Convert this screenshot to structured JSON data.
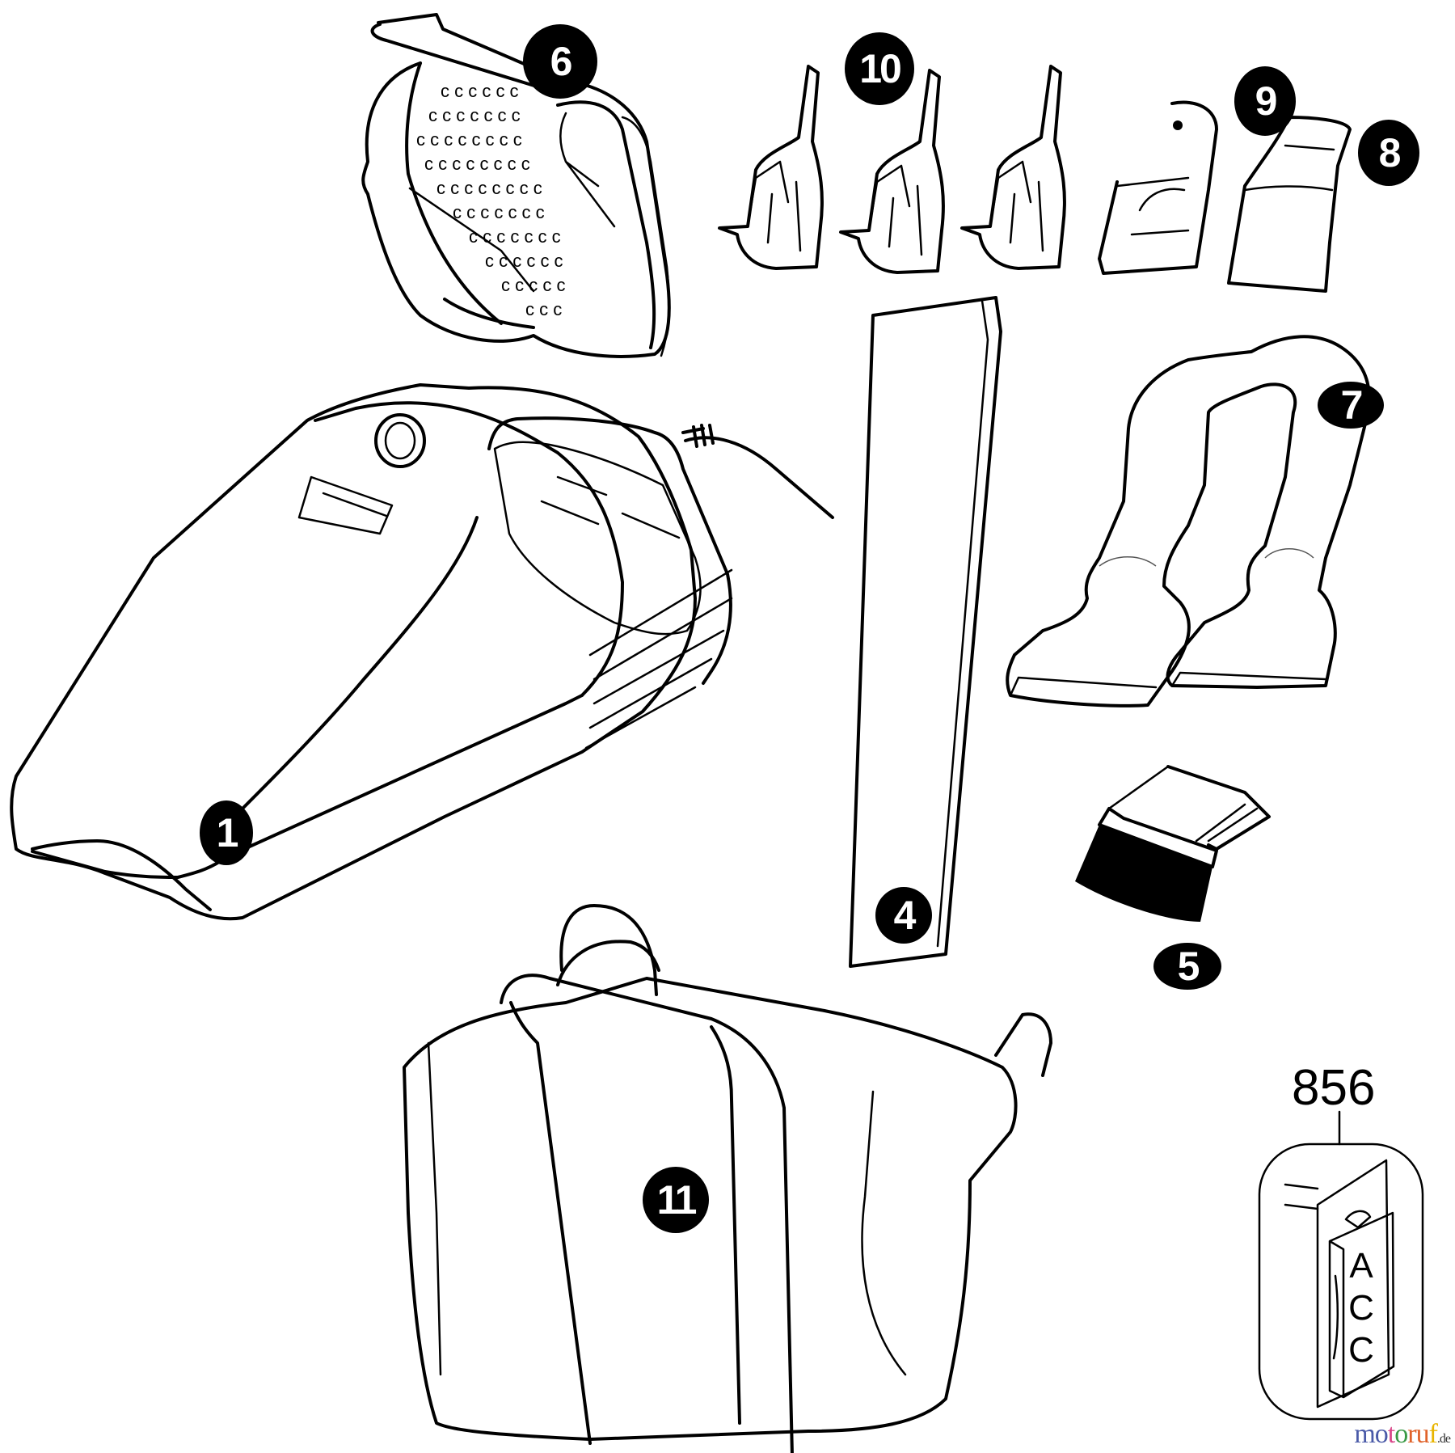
{
  "diagram": {
    "type": "exploded-parts-diagram",
    "subject": "handheld vacuum cleaner with accessories",
    "line_color": "#000000",
    "background": "#ffffff"
  },
  "callouts": [
    {
      "id": "1",
      "label": "1",
      "part": "vacuum-body"
    },
    {
      "id": "4",
      "label": "4",
      "part": "crevice-tool"
    },
    {
      "id": "5",
      "label": "5",
      "part": "brush-tool"
    },
    {
      "id": "6",
      "label": "6",
      "part": "filter"
    },
    {
      "id": "7",
      "label": "7",
      "part": "extension-hose"
    },
    {
      "id": "8",
      "label": "8",
      "part": "wide-nozzle"
    },
    {
      "id": "9",
      "label": "9",
      "part": "upholstery-nozzle"
    },
    {
      "id": "10",
      "label": "10",
      "part": "inflator-adapters"
    },
    {
      "id": "11",
      "label": "11",
      "part": "storage-bag"
    }
  ],
  "reference": {
    "number": "856",
    "tag_letters": [
      "A",
      "C",
      "C"
    ]
  },
  "watermark": {
    "letters": [
      {
        "ch": "m",
        "color": "#4a5aa8"
      },
      {
        "ch": "o",
        "color": "#4a5aa8"
      },
      {
        "ch": "t",
        "color": "#d9478a"
      },
      {
        "ch": "o",
        "color": "#3a9a46"
      },
      {
        "ch": "r",
        "color": "#e0622a"
      },
      {
        "ch": "u",
        "color": "#e0622a"
      },
      {
        "ch": "f",
        "color": "#e8b400"
      }
    ],
    "suffix": ".de"
  }
}
